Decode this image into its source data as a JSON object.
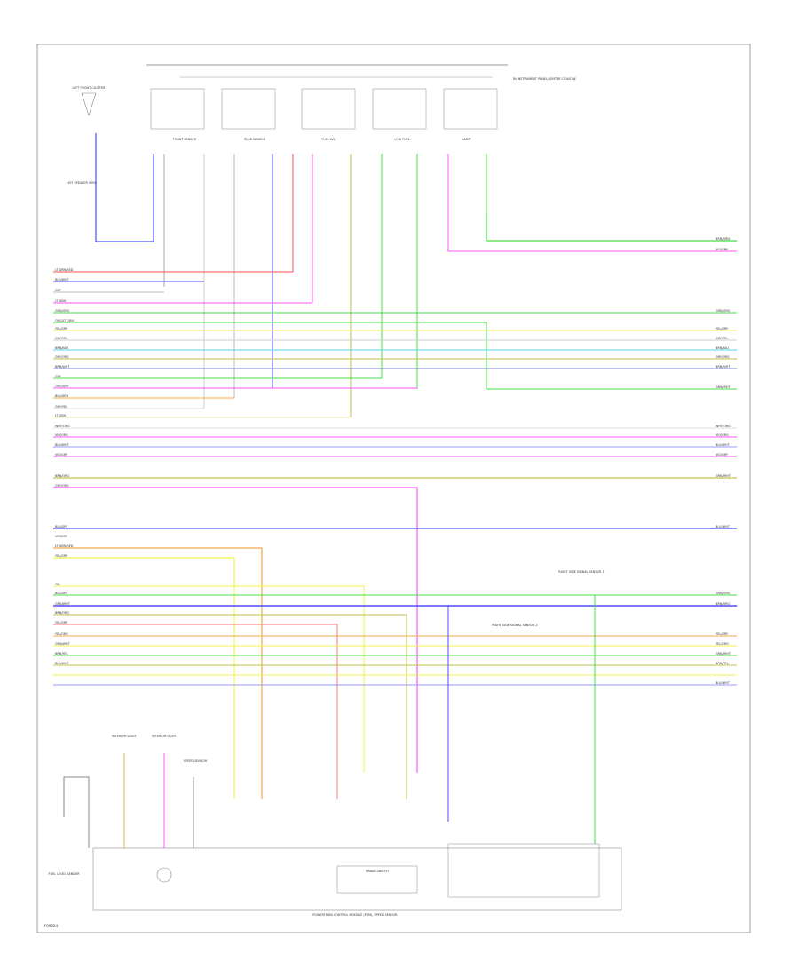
{
  "footer_code": "F09024",
  "labels": {
    "top_right": "IN INSTRUMENT PANEL/CENTER CONSOLE",
    "left_top": "LEFT FRONT CLUSTER",
    "left_mid": "HOT SPEAKER WIRE",
    "box1": "FRONT SENSOR",
    "box2": "REAR SENSOR",
    "box3": "FUEL LVL",
    "box4": "LOW FUEL",
    "box5": "LAMP",
    "right_callout_1": "RIGHT SIDE SIGNAL SENSOR 1",
    "right_callout_2": "RIGHT SIDE SIGNAL SENSOR 2",
    "bottom_left_1": "INTERIOR LIGHT",
    "bottom_left_2": "INTERIOR LIGHT",
    "bottom_left_3": "SPEED SENSOR",
    "bottom_center": "BRAKE SWITCH",
    "bottom_caption": "POWERTRAIN CONTROL MODULE (PCM), SPEED SENSOR",
    "bottom_left_sensor": "FUEL LEVEL SENDER"
  },
  "wire_labels_left": [
    "LT GRN/RED",
    "BLU/WHT",
    "GRY",
    "LT GRN",
    "GRN/ORG",
    "ORG/LT GRN",
    "YEL/GRY",
    "GRY/YEL",
    "BRN/BLU",
    "GRY/ORG",
    "BRN/WHT",
    "GRY",
    "ORG/GRY",
    "BLU/GRN",
    "GRY/YEL",
    "LT GRN",
    "WHT/ORG",
    "VIO/ORG",
    "BLU/WHT",
    "VIO/GRY",
    "BRN/ORG",
    "GRY/ORG",
    "BLU/GRY",
    "VIO/GRY",
    "LT GRN/RED",
    "YEL/GRY",
    "YEL",
    "BLU/GRY",
    "GRN/WHT",
    "BRN/ORG",
    "YEL/GRY",
    "YEL/ORG",
    "GRN/WHT",
    "BRN/YEL",
    "BLU/WHT"
  ],
  "wire_labels_right": [
    "BRN/GRN",
    "VIO/GRY",
    "GRN/ORG",
    "YEL/GRY",
    "GRY/YEL",
    "BRN/BLU",
    "GRY/ORG",
    "BRN/WHT",
    "GRN/WHT",
    "WHT/ORG",
    "VIO/ORG",
    "BLU/WHT",
    "VIO/GRY",
    "GRN/WHT",
    "BLU/WHT",
    "GRN/ORG",
    "BRN/ORG",
    "YEL/GRY",
    "YEL/ORG",
    "GRN/WHT",
    "BRN/YEL",
    "BLU/WHT"
  ],
  "colors": {
    "red": "#ff4d4d",
    "blue": "#4d4dff",
    "magenta": "#ff55ff",
    "green": "#44dd44",
    "yellow": "#f2f24d",
    "orange": "#f2a84d",
    "cyan": "#55d4ee",
    "olive": "#c2c24d",
    "gray": "#bbbbbb",
    "frame": "#888888"
  }
}
